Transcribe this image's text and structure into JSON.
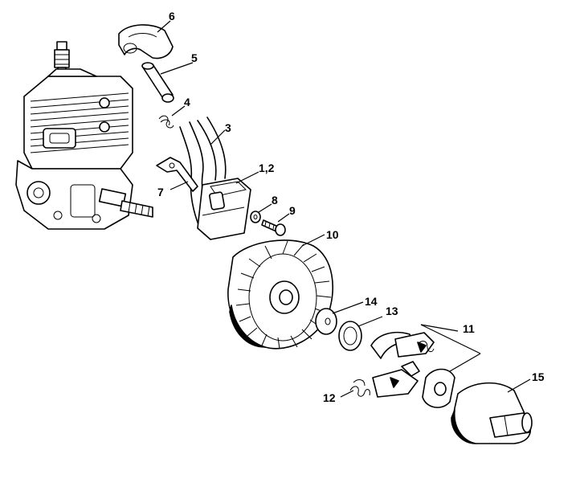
{
  "callouts": {
    "c6": "6",
    "c5": "5",
    "c4": "4",
    "c3": "3",
    "c12a": "1,2",
    "c7": "7",
    "c8": "8",
    "c9": "9",
    "c10": "10",
    "c14": "14",
    "c13": "13",
    "c11": "11",
    "c12": "12",
    "c15": "15"
  }
}
